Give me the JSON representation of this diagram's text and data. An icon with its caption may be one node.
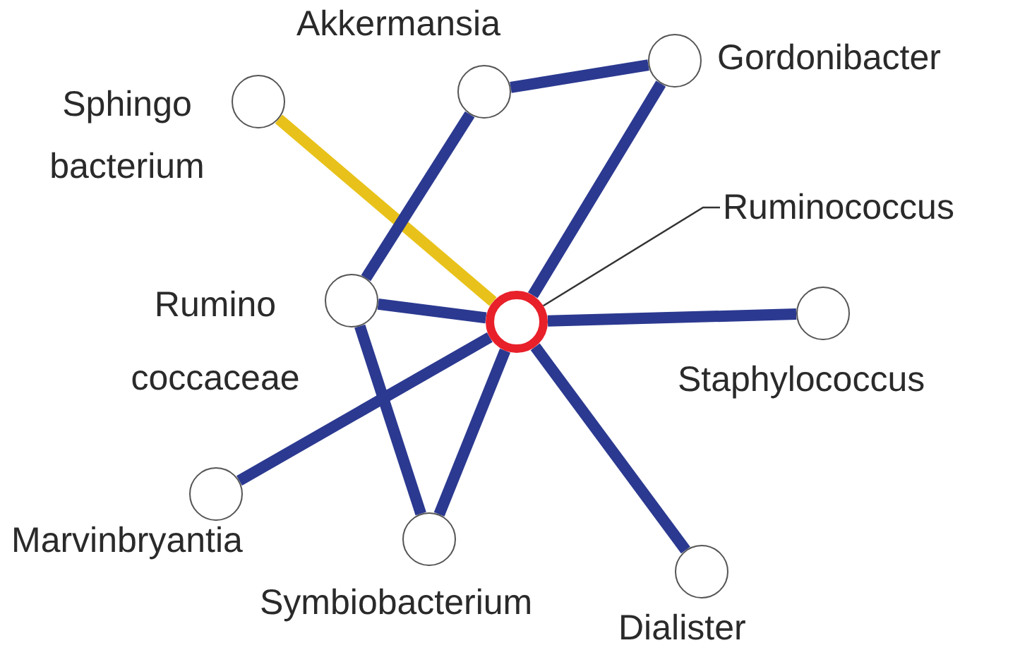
{
  "diagram": {
    "nodes": [
      {
        "text": [],
        "shape": "circle",
        "beside": [
          "Akkermansia"
        ]
      },
      {
        "text": [],
        "shape": "circle",
        "beside": [
          "Gordonibacter"
        ]
      },
      {
        "text": [],
        "shape": "circle",
        "beside": [
          "Sphingo bacterium"
        ]
      },
      {
        "text": [
          "Ruminococcus"
        ]
      },
      {
        "text": [],
        "shape": "circle",
        "beside": [
          "Rumino coccaceae"
        ]
      },
      {
        "text": [],
        "shape": "ring"
      },
      {
        "text": [],
        "shape": "circle",
        "beside": [
          "Staphylococcus"
        ]
      },
      {
        "text": [],
        "shape": "circle",
        "beside": [
          "Marvinbryantia"
        ]
      },
      {
        "text": [],
        "shape": "circle",
        "beside": [
          "Symbiobacterium"
        ]
      },
      {
        "text": [],
        "shape": "circle",
        "beside": [
          "Dialister"
        ]
      }
    ],
    "edges": [
      {
        "from": 2,
        "to": 5,
        "arrow": "none",
        "color": "#e8c21a"
      },
      {
        "from": 0,
        "to": 1,
        "arrow": "none"
      },
      {
        "from": 0,
        "to": 4,
        "arrow": "none"
      },
      {
        "from": 1,
        "to": 5,
        "arrow": "none"
      },
      {
        "from": 4,
        "to": 5,
        "arrow": "none"
      },
      {
        "from": 4,
        "to": 8,
        "arrow": "none"
      },
      {
        "from": 5,
        "to": 6,
        "arrow": "none"
      },
      {
        "from": 5,
        "to": 7,
        "arrow": "none"
      },
      {
        "from": 5,
        "to": 8,
        "arrow": "none"
      },
      {
        "from": 5,
        "to": 9,
        "arrow": "none"
      },
      {
        "from": 3,
        "to": 5,
        "arrow": "none",
        "color": "#333333"
      }
    ]
  }
}
